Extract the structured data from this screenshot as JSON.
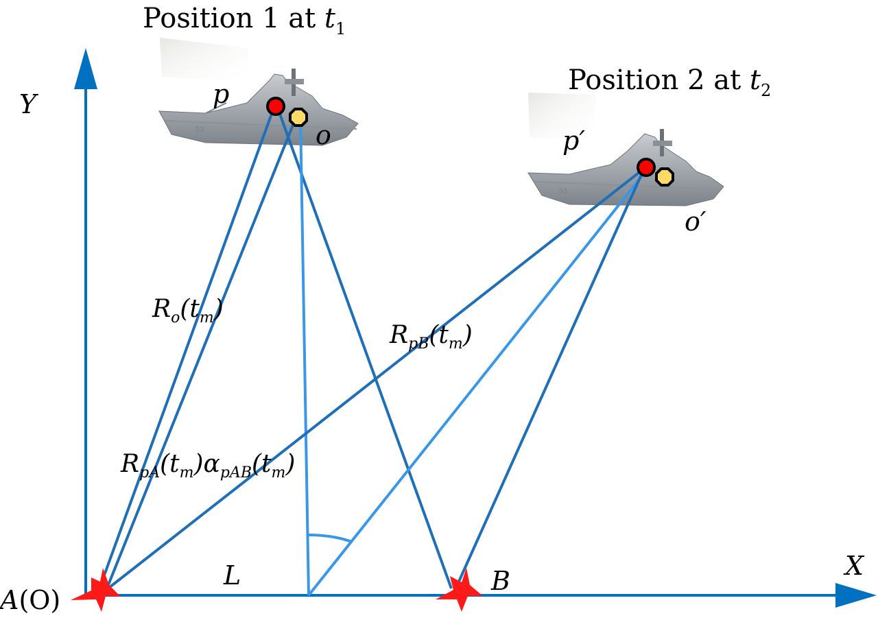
{
  "axes": {
    "x_label": "X",
    "y_label": "Y"
  },
  "points": {
    "a": {
      "label": "A",
      "sub": "(O)"
    },
    "b": {
      "label": "B"
    },
    "l": {
      "label": "L"
    }
  },
  "positions": {
    "one": {
      "label": "Position 1 at ",
      "t": "t",
      "sub": "1",
      "p": "p",
      "o": "o"
    },
    "two": {
      "label": "Position 2 at ",
      "t": "t",
      "sub": "2",
      "p": "p′",
      "o": "o′"
    }
  },
  "formulas": {
    "ro": {
      "r": "R",
      "sub": "o",
      "tail": "(t",
      "tail_sub": "m",
      "close": ")"
    },
    "rpb": {
      "r": "R",
      "sub": "pB",
      "tail": "(t",
      "tail_sub": "m",
      "close": ")"
    },
    "rpa": {
      "r": "R",
      "sub": "pA",
      "tail": "(t",
      "tail_sub": "m",
      "close": ")",
      "alpha": "α",
      "alpha_sub": "pAB",
      "alpha_tail": "(t",
      "alpha_tail_sub": "m",
      "alpha_close": ")"
    }
  },
  "colors": {
    "axis": "#0070c0",
    "line_dark": "#1f6fb8",
    "line_light": "#3a97e8",
    "star": "#ff1a1a",
    "dot_red": "#ff0000",
    "dot_yellow": "#ffd966",
    "ship_hull": "#9aa0a6"
  }
}
